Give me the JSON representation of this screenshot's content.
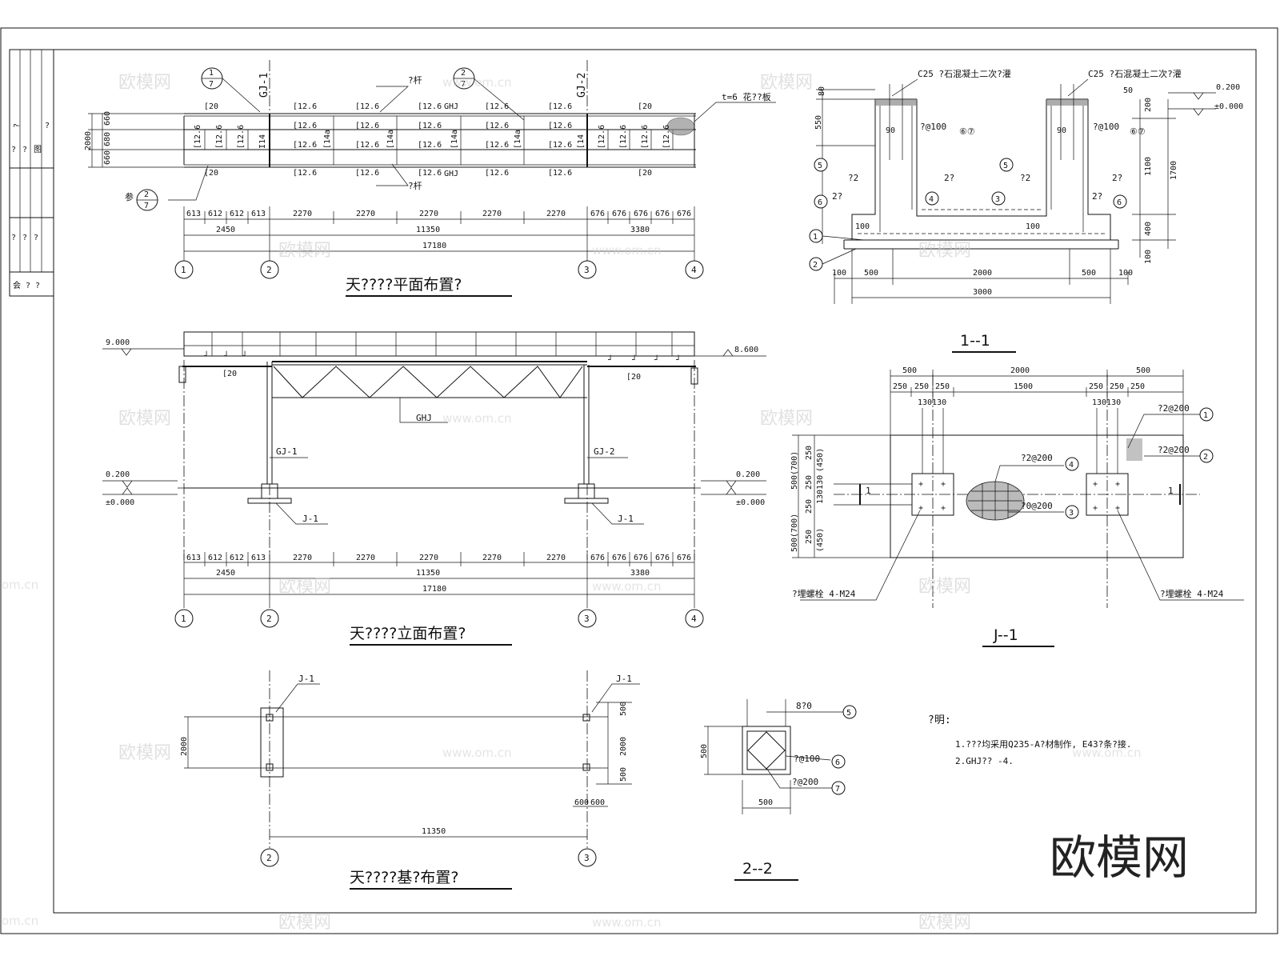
{
  "views": {
    "plan": {
      "title": "天????平面布置?",
      "axes": [
        "1",
        "2",
        "3",
        "4"
      ],
      "dims_small": [
        "613",
        "612",
        "612",
        "613",
        "2270",
        "2270",
        "2270",
        "2270",
        "2270",
        "676",
        "676",
        "676",
        "676",
        "676"
      ],
      "dims_mid": [
        "2450",
        "11350",
        "3380"
      ],
      "dims_total": "17180",
      "gj1": "GJ-1",
      "gj2": "GJ-2",
      "ghj": "GHJ",
      "rod": "?杆",
      "plate": "t=6 花??板",
      "ref": "参",
      "v2000": "2000",
      "v660a": "660",
      "v680": "680",
      "v660b": "660",
      "c20": "[20",
      "c126": "[12.6",
      "c14a": "[14a",
      "i14": "I14",
      "c14": "[14",
      "bubble_top": "1",
      "bubble_bot": "7",
      "bubble2_top": "2",
      "bubble2_bot": "7"
    },
    "elevation": {
      "title": "天????立面布置?",
      "elev_left_top": "9.000",
      "elev_right_top": "8.600",
      "elev_left_mid": "0.200",
      "elev_left_zero": "±0.000",
      "elev_right_mid": "0.200",
      "elev_right_zero": "±0.000",
      "c20": "[20",
      "ghj": "GHJ",
      "gj1": "GJ-1",
      "gj2": "GJ-2",
      "j1": "J-1",
      "axes": [
        "1",
        "2",
        "3",
        "4"
      ],
      "dims_small": [
        "613",
        "612",
        "612",
        "613",
        "2270",
        "2270",
        "2270",
        "2270",
        "2270",
        "676",
        "676",
        "676",
        "676",
        "676"
      ],
      "dims_mid": [
        "2450",
        "11350",
        "3380"
      ],
      "dims_total": "17180"
    },
    "foundation_plan": {
      "title": "天????基?布置?",
      "j1": "J-1",
      "v2000": "2000",
      "v500a": "500",
      "v2000b": "2000",
      "v500b": "500",
      "v600a": "600",
      "v600b": "600",
      "v11350": "11350",
      "axes": [
        "2",
        "3"
      ]
    },
    "section_1_1": {
      "title": "1--1",
      "concrete_note": "C25 ?石混凝土二次?灌",
      "v80": "80",
      "v550": "550",
      "v90": "90",
      "rebar": "?@100",
      "tag67": "⑥⑦",
      "v200": "200",
      "v50": "50",
      "elev_200": "0.200",
      "elev_zero": "±0.000",
      "v1100": "1100",
      "v1700": "1700",
      "v400": "400",
      "v100": "100",
      "d100": "100",
      "d500": "500",
      "d2000": "2000",
      "d3000": "3000",
      "rebar_l": "2?",
      "rebar_m": "?2",
      "rebar_n": "2?"
    },
    "section_j_1": {
      "title": "J--1",
      "d500": "500",
      "d2000": "2000",
      "d250": "250",
      "d1500": "1500",
      "d130": "130130",
      "r1": "?2@200",
      "r2": "?2@200",
      "r4": "?2@200",
      "r3": "?0@200",
      "v500700": "500(700)",
      "v250": "250",
      "v450": "(450)",
      "v130": "130130",
      "bolt": "?埋螺栓 4-M24",
      "sec": "1"
    },
    "section_2_2": {
      "title": "2--2",
      "r5": "8?0",
      "r6": "?@100",
      "r7": "?@200",
      "v500": "500",
      "h500": "500"
    },
    "notes": {
      "title": "?明:",
      "line1": "1.???均采用Q235-A?材制作, E43?条?接.",
      "line2": "2.GHJ??   -4."
    },
    "title_block": {
      "col1": [
        "?",
        "图",
        "?",
        "?"
      ],
      "col2": [
        "?",
        "?",
        "?",
        "?"
      ],
      "col3": [
        "?",
        "?",
        "?",
        "?"
      ],
      "col4": [
        "?",
        "?",
        "?"
      ],
      "col5": [
        "?",
        "?",
        "?"
      ],
      "bottom": "会 ? ?"
    },
    "watermark": {
      "brand": "欧模网",
      "url": "www.om.cn",
      "url_short": "om.cn"
    }
  },
  "colors": {
    "line": "#111111",
    "background": "#ffffff",
    "watermark": "#c8c8c8"
  }
}
